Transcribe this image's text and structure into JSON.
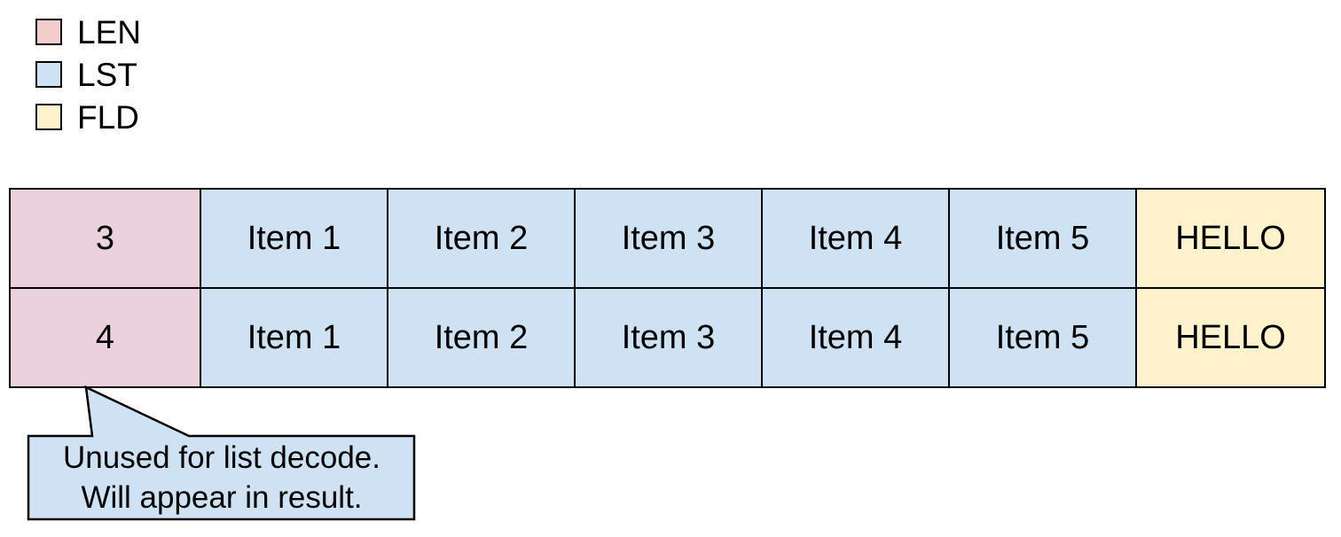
{
  "legend": {
    "items": [
      {
        "label": "LEN",
        "color": "#f4cccc"
      },
      {
        "label": "LST",
        "color": "#cfe2f3"
      },
      {
        "label": "FLD",
        "color": "#fff2cc"
      }
    ]
  },
  "table": {
    "rows": [
      {
        "cells": [
          {
            "text": "3",
            "type": "LEN"
          },
          {
            "text": "Item 1",
            "type": "LST"
          },
          {
            "text": "Item 2",
            "type": "LST"
          },
          {
            "text": "Item 3",
            "type": "LST"
          },
          {
            "text": "Item 4",
            "type": "LST"
          },
          {
            "text": "Item 5",
            "type": "LST"
          },
          {
            "text": "HELLO",
            "type": "FLD"
          }
        ]
      },
      {
        "cells": [
          {
            "text": "4",
            "type": "LEN"
          },
          {
            "text": "Item 1",
            "type": "LST"
          },
          {
            "text": "Item 2",
            "type": "LST"
          },
          {
            "text": "Item 3",
            "type": "LST"
          },
          {
            "text": "Item 4",
            "type": "LST"
          },
          {
            "text": "Item 5",
            "type": "LST"
          },
          {
            "text": "HELLO",
            "type": "FLD"
          }
        ]
      }
    ]
  },
  "callout": {
    "line1": "Unused for list decode.",
    "line2": "Will appear in result.",
    "fill_color": "#cfe2f3",
    "border_color": "#000000",
    "points_to_cell": "4"
  },
  "colors": {
    "background": "#ffffff",
    "border": "#000000",
    "len_table_cell": "#ead1dc",
    "len_legend_swatch": "#f4cccc",
    "lst": "#cfe2f3",
    "fld": "#fff2cc",
    "text": "#000000"
  }
}
